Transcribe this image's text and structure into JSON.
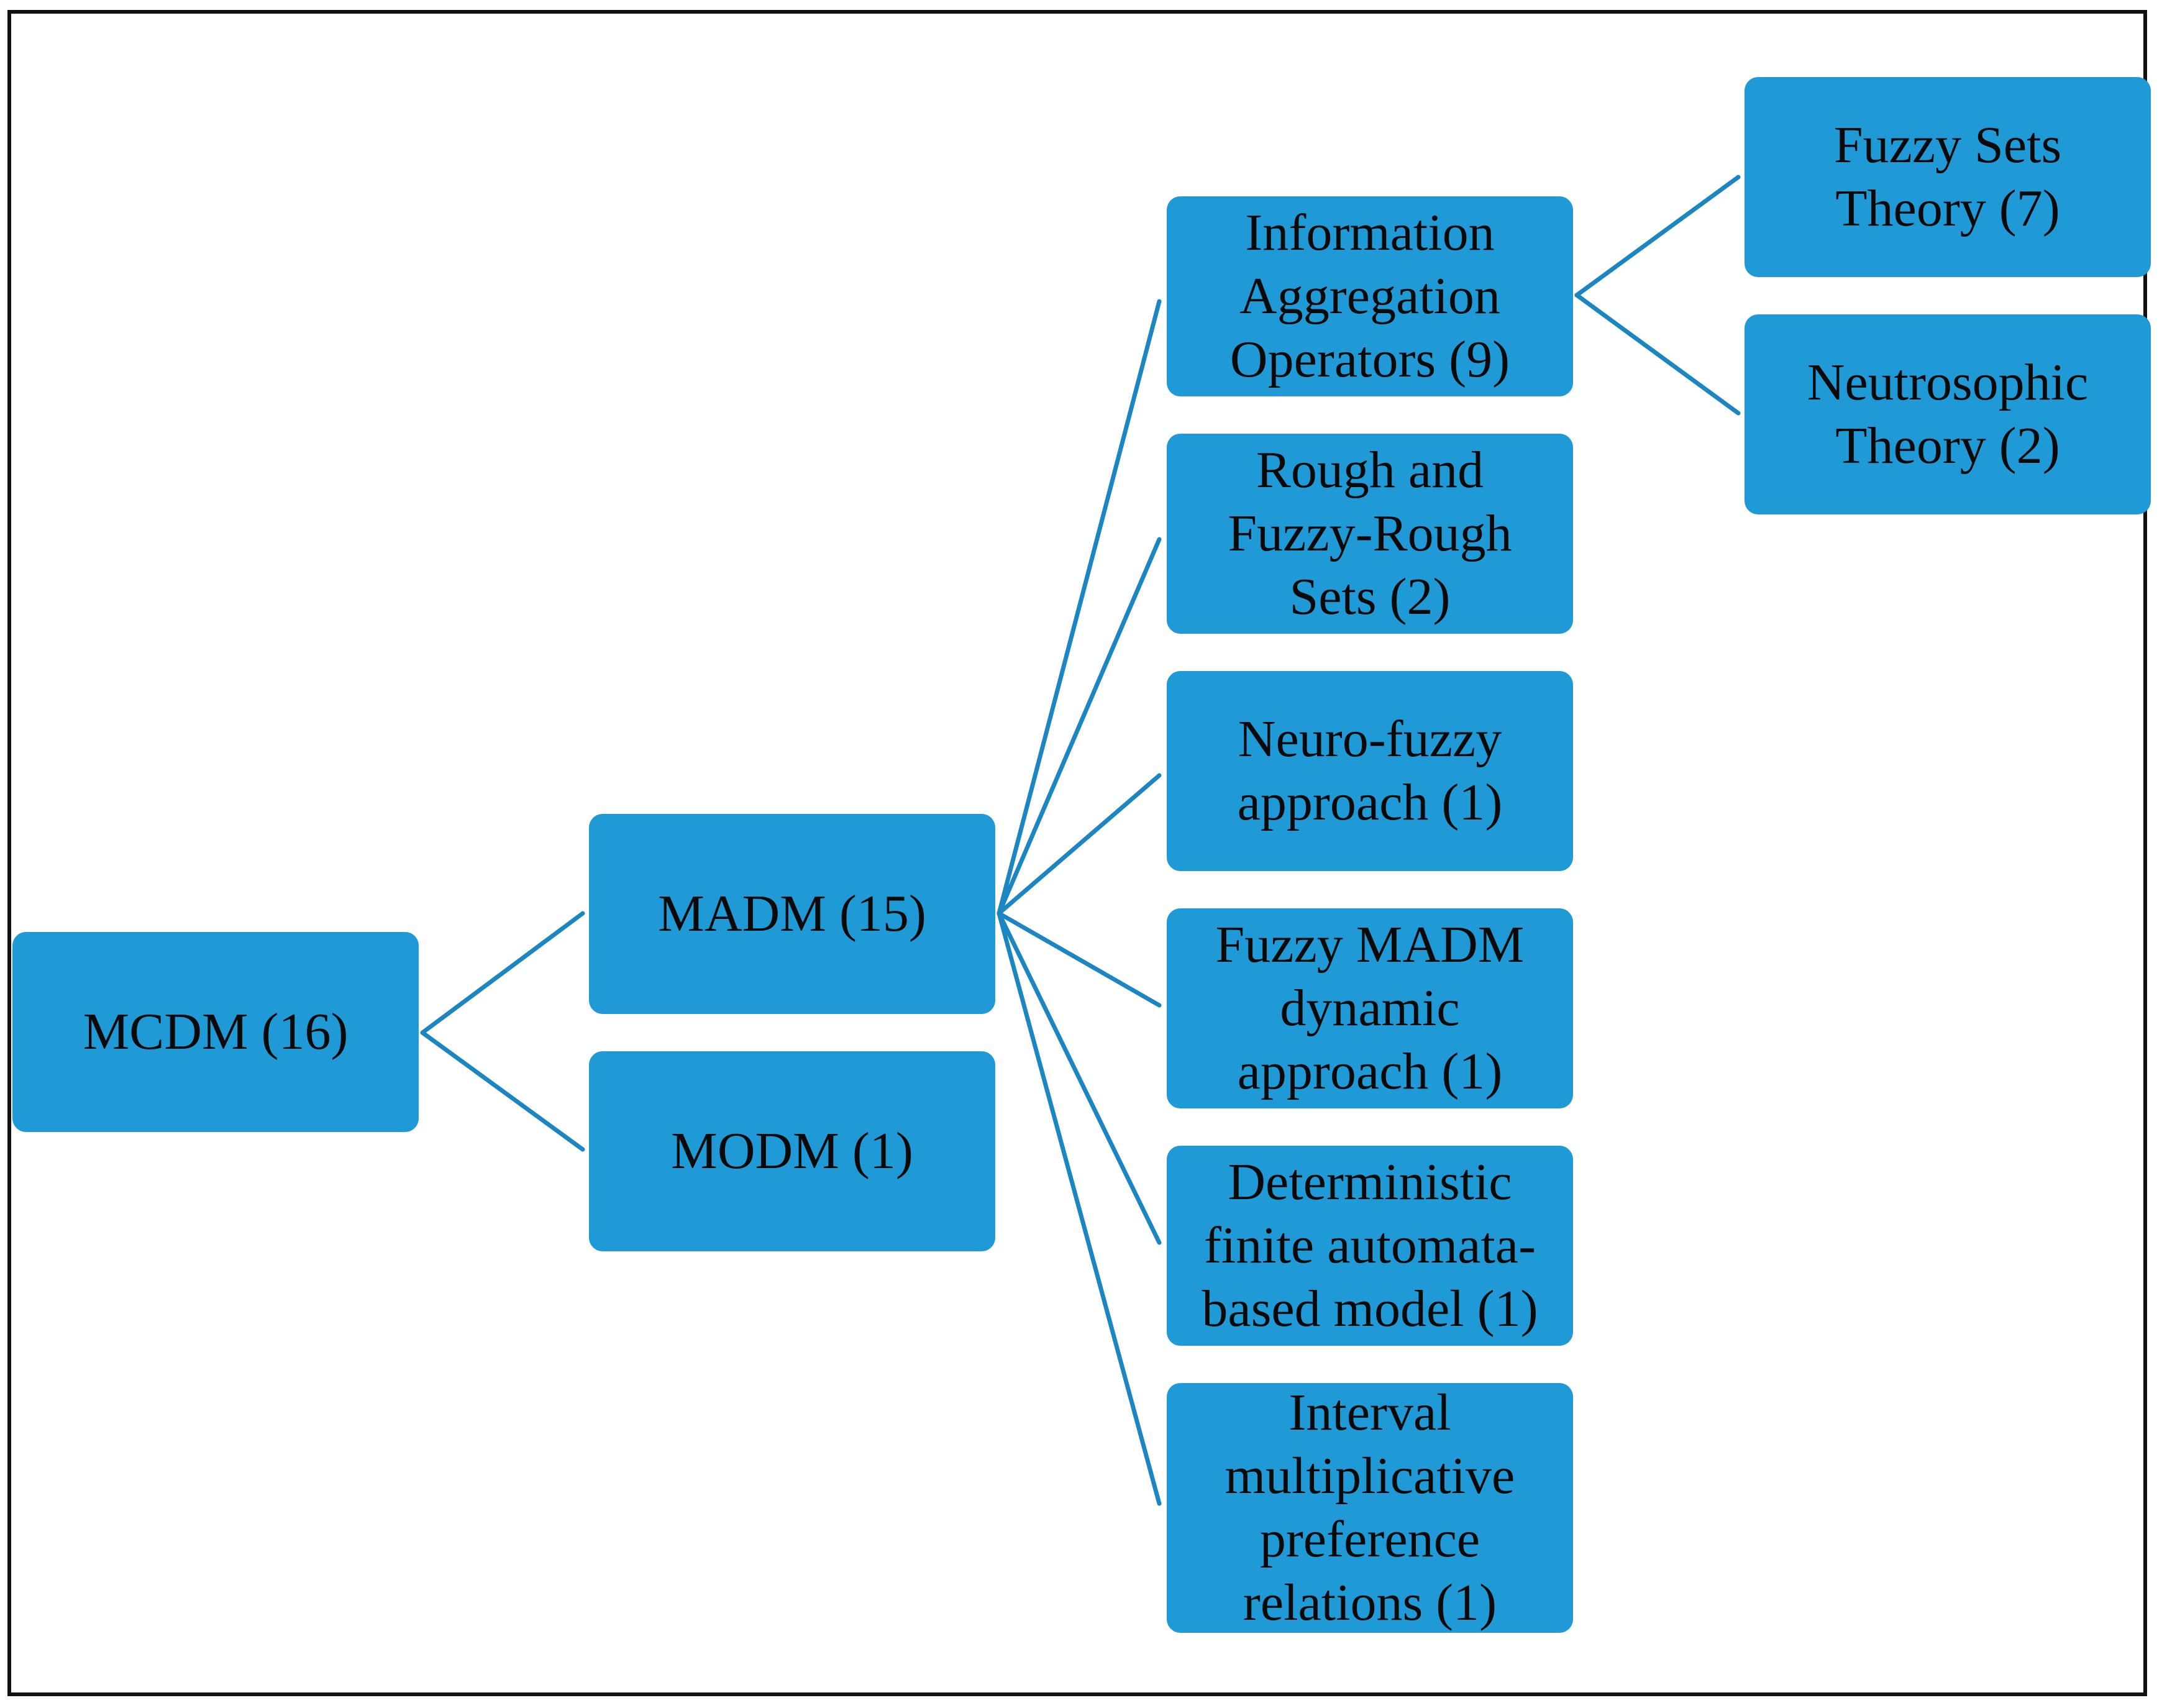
{
  "colors": {
    "node_fill": "#1f9ad6",
    "connector": "#1b86c2",
    "text": "#0a0a0a",
    "frame": "#111111"
  },
  "nodes": {
    "mcdm": "MCDM (16)",
    "madm": "MADM (15)",
    "modm": "MODM (1)",
    "info_aggregation": "Information\nAggregation\nOperators (9)",
    "rough_fuzzy_rough": "Rough and\nFuzzy-Rough\nSets (2)",
    "neuro_fuzzy": "Neuro-fuzzy\napproach (1)",
    "fuzzy_madm_dynamic": "Fuzzy MADM\ndynamic\napproach (1)",
    "deterministic_automata": "Deterministic\nfinite automata-\nbased model (1)",
    "interval_multiplicative": "Interval\nmultiplicative\npreference\nrelations (1)",
    "fuzzy_sets_theory": "Fuzzy Sets\nTheory (7)",
    "neutrosophic_theory": "Neutrosophic\nTheory (2)"
  }
}
